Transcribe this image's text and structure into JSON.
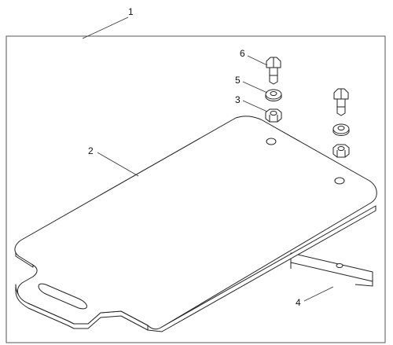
{
  "callouts": [
    {
      "id": "1"
    },
    {
      "id": "2"
    },
    {
      "id": "3"
    },
    {
      "id": "4"
    },
    {
      "id": "5"
    },
    {
      "id": "6"
    }
  ]
}
